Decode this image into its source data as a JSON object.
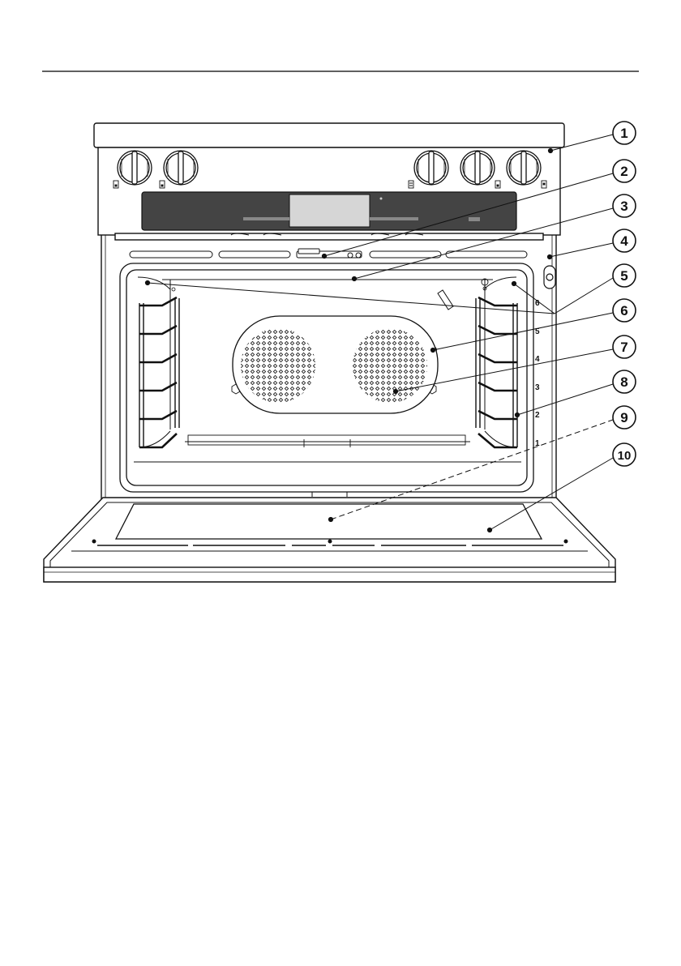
{
  "callouts": [
    {
      "number": "1"
    },
    {
      "number": "2"
    },
    {
      "number": "3"
    },
    {
      "number": "4"
    },
    {
      "number": "5"
    },
    {
      "number": "6"
    },
    {
      "number": "7"
    },
    {
      "number": "8"
    },
    {
      "number": "9"
    },
    {
      "number": "10"
    }
  ],
  "shelf_levels": [
    "6",
    "5",
    "4",
    "3",
    "2",
    "1"
  ]
}
